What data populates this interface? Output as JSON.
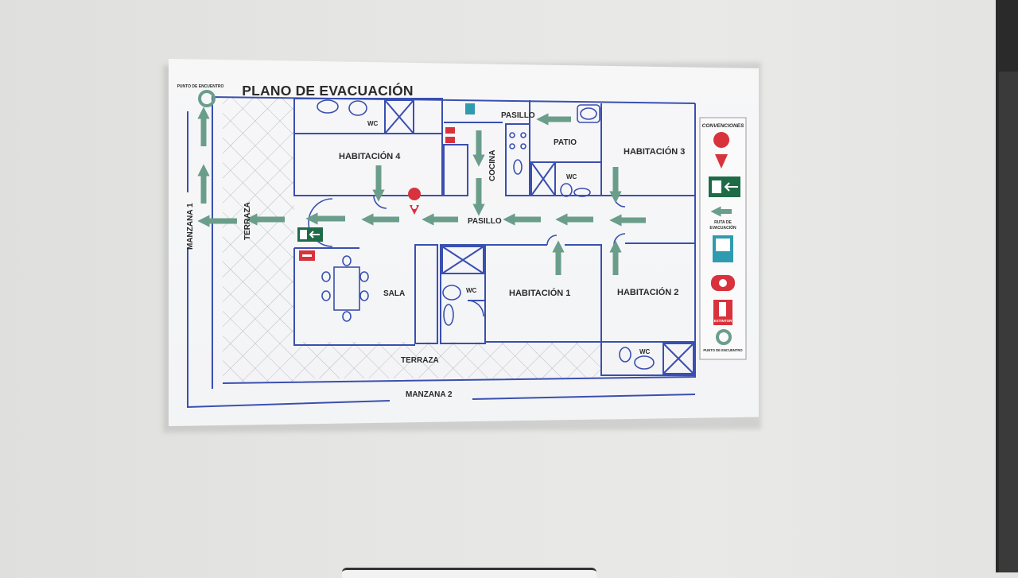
{
  "sign": {
    "title": "PLANO DE EVACUACIÓN",
    "meeting_point_top": "PUNTO DE ENCUENTRO",
    "rooms": {
      "habitacion1": "HABITACIÓN 1",
      "habitacion2": "HABITACIÓN 2",
      "habitacion3": "HABITACIÓN 3",
      "habitacion4": "HABITACIÓN 4",
      "sala": "SALA",
      "cocina": "COCINA",
      "patio": "PATIO",
      "pasillo_top": "PASILLO",
      "pasillo_mid": "PASILLO",
      "terraza_side": "TERRAZA",
      "terraza_bottom": "TERRAZA",
      "wc1": "WC",
      "wc2": "WC",
      "wc3": "WC",
      "wc4": "WC"
    },
    "streets": {
      "manzana1": "MANZANA 1",
      "manzana2": "MANZANA 2"
    },
    "legend": {
      "title": "CONVENCIONES",
      "route_label_1": "RUTA DE",
      "route_label_2": "EVACUACIÓN",
      "extinguisher_label": "EXTINTOR",
      "meeting_point_label": "PUNTO DE ENCUENTRO"
    },
    "colors": {
      "walls": "#3a4fb0",
      "arrows": "#6a9e8a",
      "red": "#d8323c",
      "exit_green": "#1e6b48",
      "text": "#2b2b2b"
    }
  }
}
